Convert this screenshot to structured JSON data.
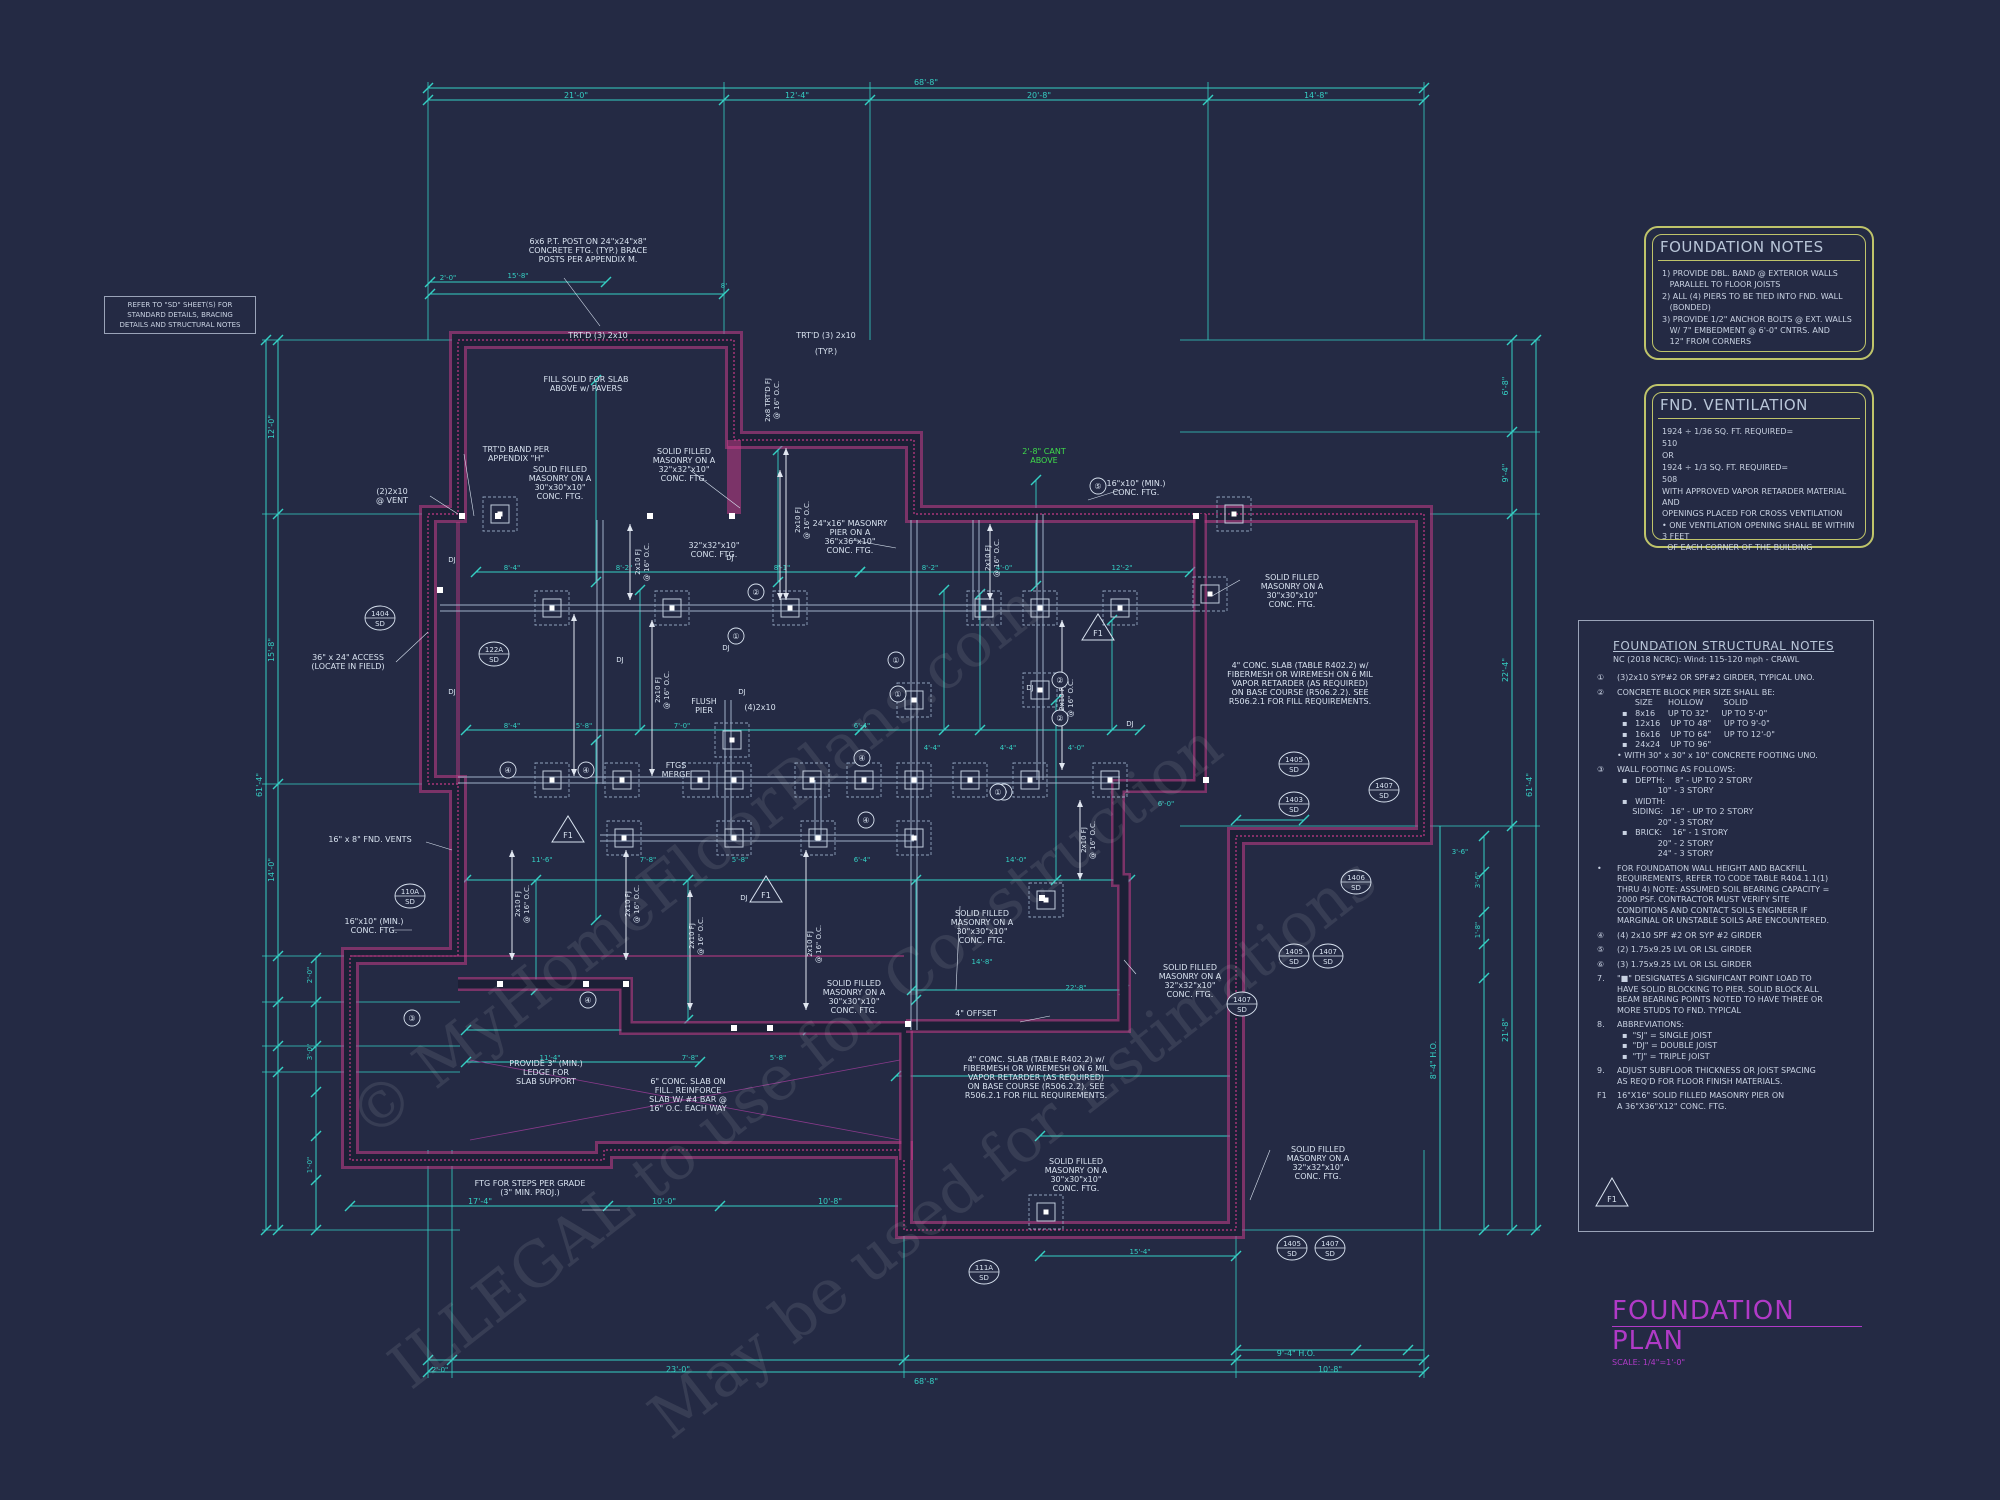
{
  "colors": {
    "background": "#242a44",
    "dimension": "#35d0c4",
    "wall": "#c23a86",
    "wall_fill": "#4a3d52",
    "label": "#d9e3f0",
    "note_box": "#bfc46a",
    "title": "#b03ac7",
    "green_note": "#3fdc4a"
  },
  "watermark": {
    "line1": "© MyHomeFloorPlans.com",
    "line2": "ILLEGAL to use for Construction",
    "line3": "May be used for Estimations"
  },
  "refer_note": "REFER TO \"SD\" SHEET(S) FOR\nSTANDARD DETAILS, BRACING\nDETAILS AND STRUCTURAL NOTES",
  "foundation_notes": {
    "title": "FOUNDATION NOTES",
    "items": [
      "1) PROVIDE DBL. BAND @ EXTERIOR WALLS\n   PARALLEL TO FLOOR JOISTS",
      "2) ALL (4) PIERS TO BE TIED INTO FND. WALL\n   (BONDED)",
      "3) PROVIDE 1/2\" ANCHOR BOLTS @ EXT. WALLS\n   W/ 7\" EMBEDMENT @ 6'-0\" CNTRS. AND\n   12\" FROM CORNERS"
    ]
  },
  "ventilation": {
    "title": "FND. VENTILATION",
    "items": [
      "1924 ÷ 1/36 SQ. FT. REQUIRED=",
      "510",
      "OR",
      "1924 ÷ 1/3 SQ. FT. REQUIRED=",
      "508",
      "WITH APPROVED VAPOR RETARDER MATERIAL AND\nOPENINGS PLACED FOR CROSS VENTILATION",
      "• ONE VENTILATION OPENING SHALL BE WITHIN 3 FEET\n  OF EACH CORNER OF THE BUILDING"
    ]
  },
  "structural_notes": {
    "title": "FOUNDATION STRUCTURAL NOTES",
    "subtitle": "NC (2018 NCRC): Wind: 115-120 mph - CRAWL",
    "items": [
      {
        "num": "①",
        "text": "(3)2x10 SYP#2 OR SPF#2 GIRDER, TYPICAL UNO."
      },
      {
        "num": "②",
        "text": "CONCRETE BLOCK PIER SIZE SHALL BE:\n       SIZE      HOLLOW        SOLID\n  ▪   8x16     UP TO 32\"     UP TO 5'-0\"\n  ▪   12x16    UP TO 48\"     UP TO 9'-0\"\n  ▪   16x16    UP TO 64\"     UP TO 12'-0\"\n  ▪   24x24    UP TO 96\"\n• WITH 30\" x 30\" x 10\" CONCRETE FOOTING UNO."
      },
      {
        "num": "③",
        "text": "WALL FOOTING AS FOLLOWS:\n  ▪   DEPTH:    8\" - UP TO 2 STORY\n                10\" - 3 STORY\n  ▪   WIDTH:\n      SIDING:   16\" - UP TO 2 STORY\n                20\" - 3 STORY\n  ▪   BRICK:    16\" - 1 STORY\n                20\" - 2 STORY\n                24\" - 3 STORY"
      },
      {
        "num": "•",
        "text": "FOR FOUNDATION WALL HEIGHT AND BACKFILL\nREQUIREMENTS, REFER TO CODE TABLE R404.1.1(1)\nTHRU 4) NOTE: ASSUMED SOIL BEARING CAPACITY =\n2000 PSF. CONTRACTOR MUST VERIFY SITE\nCONDITIONS AND CONTACT SOILS ENGINEER IF\nMARGINAL OR UNSTABLE SOILS ARE ENCOUNTERED."
      },
      {
        "num": "④",
        "text": "(4) 2x10 SPF #2 OR SYP #2 GIRDER"
      },
      {
        "num": "⑤",
        "text": "(2) 1.75x9.25 LVL OR LSL GIRDER"
      },
      {
        "num": "⑥",
        "text": "(3) 1.75x9.25 LVL OR LSL GIRDER"
      },
      {
        "num": "7.",
        "text": "\"■\" DESIGNATES A SIGNIFICANT POINT LOAD TO\nHAVE SOLID BLOCKING TO PIER. SOLID BLOCK ALL\nBEAM BEARING POINTS NOTED TO HAVE THREE OR\nMORE STUDS TO FND. TYPICAL"
      },
      {
        "num": "8.",
        "text": "ABBREVIATIONS:\n  ▪  \"SJ\" = SINGLE JOIST\n  ▪  \"DJ\" = DOUBLE JOIST\n  ▪  \"TJ\" = TRIPLE JOIST"
      },
      {
        "num": "9.",
        "text": "ADJUST SUBFLOOR THICKNESS OR JOIST SPACING\nAS REQ'D FOR FLOOR FINISH MATERIALS."
      },
      {
        "num": "F1",
        "text": "16\"X16\" SOLID FILLED MASONRY PIER ON\nA 36\"X36\"X12\" CONC. FTG."
      }
    ]
  },
  "title_block": {
    "title": "FOUNDATION PLAN",
    "scale": "SCALE: 1/4\"=1'-0\""
  },
  "dims": {
    "top_overall": "68'-8\"",
    "top_segs": [
      "21'-0\"",
      "12'-4\"",
      "20'-8\"",
      "14'-8\""
    ],
    "bottom_overall": "68'-8\"",
    "bottom_segs": [
      "2'-0\"",
      "23'-0\"",
      "2'-0\"",
      "10'-8\""
    ],
    "bottom_mid": [
      "17'-4\"",
      "10'-0\"",
      "10'-8\""
    ],
    "ho": "9'-4\" H.O.",
    "left_overall": "61'-4\"",
    "left_segs": [
      "12'-0\"",
      "15'-8\"",
      "14'-0\"",
      "2'-0\"",
      "3'-0\"",
      "1'-0\""
    ],
    "right_overall": "61'-4\"",
    "right_segs": [
      "6'-8\"",
      "9'-4\"",
      "22'-4\"",
      "21'-8\"",
      "3'-6\"",
      "1'-8\""
    ],
    "right_ho": "8'-4\" H.O.",
    "inner": [
      "15'-8\"",
      "8'",
      "2'-0\"",
      "8'-4\"",
      "8'-2\"",
      "8'-1\"",
      "8'-2\"",
      "8'-4\"",
      "5'-8\"",
      "7'-0\"",
      "6'-4\"",
      "4'-4\"",
      "4'-4\"",
      "14'-0\"",
      "11'-6\"",
      "7'-8\"",
      "5'-8\"",
      "6'-4\"",
      "12'-2\"",
      "4'-0\"",
      "4'-0\"",
      "14'-8\"",
      "22'-8\"",
      "15'-4\"",
      "11'-4\"",
      "7'-8\"",
      "5'-8\"",
      "6'-0\"",
      "3'-6\""
    ]
  },
  "labels": {
    "post_note": "6x6 P.T. POST ON 24\"x24\"x8\"\nCONCRETE FTG. (TYP.) BRACE\nPOSTS PER APPENDIX M.",
    "trtd_1": "TRT'D (3) 2x10",
    "trtd_2": "TRT'D (3) 2x10",
    "typ": "(TYP.)",
    "fill_solid": "FILL SOLID FOR SLAB\nABOVE w/ PAVERS",
    "trtd_band": "TRT'D BAND PER\nAPPENDIX \"H\"",
    "solid_filled_1": "SOLID FILLED\nMASONRY ON A\n30\"x30\"x10\"\nCONC. FTG.",
    "solid_filled_2": "SOLID FILLED\nMASONRY ON A\n32\"x32\"x10\"\nCONC. FTG.",
    "conc_ftg_32": "32\"x32\"x10\"\nCONC. FTG.",
    "vent": "(2)2x10\n@ VENT",
    "masonry_pier": "24\"x16\" MASONRY\nPIER ON A\n36\"x36\"x10\"\nCONC. FTG.",
    "cant": "2'-8\" CANT\nABOVE",
    "min_conc": "16\"x10\" (MIN.)\nCONC. FTG.",
    "access": "36\" x 24\" ACCESS\n(LOCATE IN FIELD)",
    "flush_pier": "FLUSH\nPIER",
    "four_2x10": "(4)2x10",
    "ftgs_merge": "FTGS\nMERGE",
    "vents": "16\" x 8\" FND. VENTS",
    "min_conc_2": "16\"x10\" (MIN.)\nCONC. FTG.",
    "solid_filled_3": "SOLID FILLED\nMASONRY ON A\n30\"x30\"x10\"\nCONC. FTG.",
    "solid_filled_4": "SOLID FILLED\nMASONRY ON A\n30\"x30\"x10\"\nCONC. FTG.",
    "solid_filled_5": "SOLID FILLED\nMASONRY ON A\n32\"x32\"x10\"\nCONC. FTG.",
    "solid_filled_6": "SOLID FILLED\nMASONRY ON A\n30\"x30\"x10\"\nCONC. FTG.",
    "solid_filled_7": "SOLID FILLED\nMASONRY ON A\n32\"x32\"x10\"\nCONC. FTG.",
    "solid_filled_8": "SOLID FILLED\nMASONRY ON A\n30\"x30\"x10\"\nCONC. FTG.",
    "offset": "4\" OFFSET",
    "slab_note_1": "4\" CONC. SLAB (TABLE R402.2) w/\nFIBERMESH OR WIREMESH ON 6 MIL\nVAPOR RETARDER (AS REQUIRED)\nON BASE COURSE (R506.2.2). SEE\nR506.2.1 FOR FILL REQUIREMENTS.",
    "slab_note_2": "4\" CONC. SLAB (TABLE R402.2) w/\nFIBERMESH OR WIREMESH ON 6 MIL\nVAPOR RETARDER (AS REQUIRED)\nON BASE COURSE (R506.2.2). SEE\nR506.2.1 FOR FILL REQUIREMENTS.",
    "ledge": "PROVIDE 3\" (MIN.)\nLEDGE FOR\nSLAB SUPPORT",
    "slab_on_fill": "6\" CONC. SLAB ON\nFILL. REINFORCE\nSLAB W/ #4 BAR @\n16\" O.C. EACH WAY",
    "steps": "FTG FOR STEPS PER GRADE\n(3\" MIN. PROJ.)",
    "joists": [
      "2x10 FJ\n@ 16\" O.C.",
      "2x8 TRT'D FJ\n@ 16\" O.C.",
      "2x10 FJ\n@ 16\" O.C.",
      "2x10 FJ\n@ 16\" O.C.",
      "2x10 FJ\n@ 16\" O.C.",
      "2x10 FJ\n@ 16\" O.C.",
      "2x10 FJ\n@ 16\" O.C.",
      "2x10 FJ\n@ 16\" O.C.",
      "2x10 FJ\n@ 16\" O.C.",
      "2x10 FJ\n@ 16\" O.C.",
      "2x10 FJ\n@ 16\" O.C."
    ],
    "dj": "DJ",
    "f1": "F1",
    "callouts": [
      "1404\nSD",
      "122A\nSD",
      "110A\nSD",
      "1405\nSD",
      "1403\nSD",
      "1407\nSD",
      "1406\nSD",
      "1407\nSD",
      "1405\nSD",
      "1407\nSD",
      "1405\nSD",
      "1407\nSD",
      "111A\nSD"
    ],
    "girder_tags": [
      "①",
      "②",
      "③",
      "④",
      "⑤",
      "⑥"
    ]
  }
}
